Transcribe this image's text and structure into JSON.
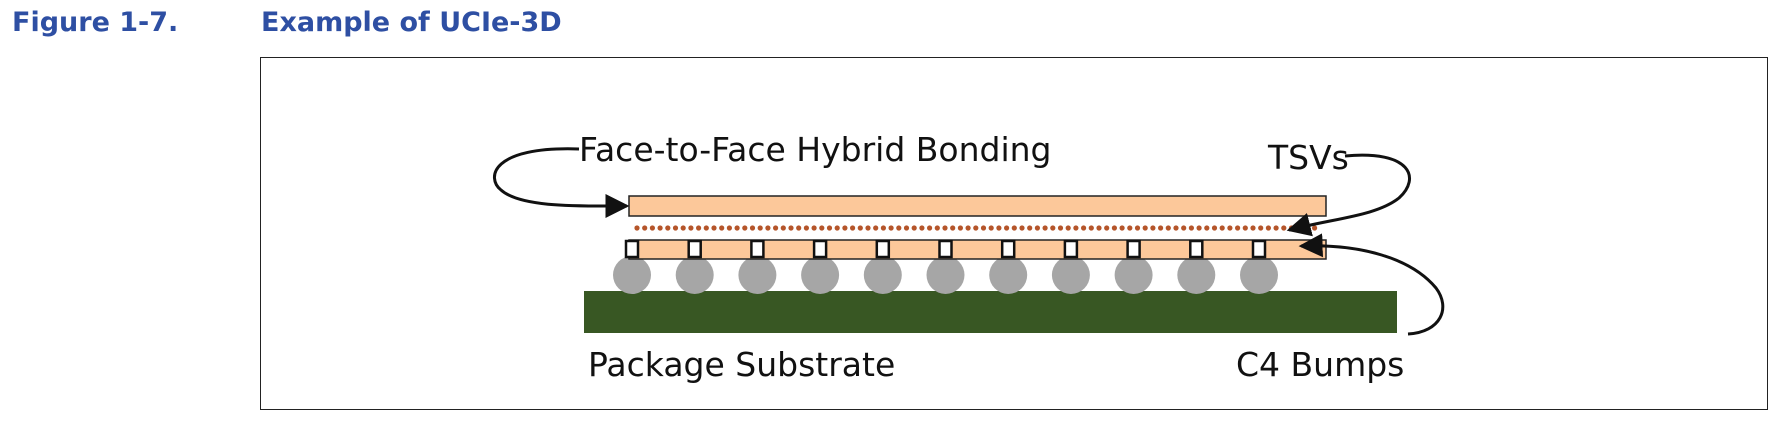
{
  "figure": {
    "number": "Figure 1-7.",
    "title": "Example of UCIe-3D"
  },
  "diagram": {
    "labels": {
      "bonding": "Face-to-Face Hybrid Bonding",
      "tsvs": "TSVs",
      "substrate": "Package Substrate",
      "bumps": "C4 Bumps"
    },
    "counts": {
      "c4_bumps": 11,
      "tsvs": 11
    },
    "colors": {
      "caption": "#2e4fa3",
      "die_fill": "#fcc89a",
      "bond_dot": "#b5552a",
      "bump_fill": "#a6a6a6",
      "substrate_fill": "#385723"
    }
  }
}
